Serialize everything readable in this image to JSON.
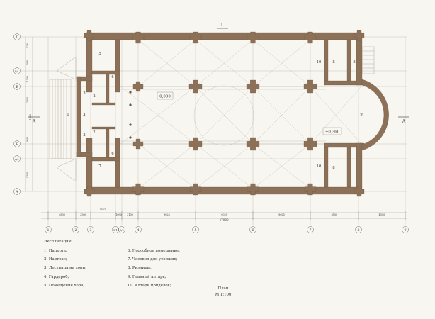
{
  "axes_horizontal": [
    "1",
    "2",
    "3",
    "3/1",
    "3/2",
    "4",
    "5",
    "6",
    "7",
    "8",
    "9"
  ],
  "axes_vertical": [
    "Г",
    "В/1",
    "В",
    "Б",
    "А/1",
    "А"
  ],
  "dims_bottom": [
    "4800",
    "2500",
    "4070",
    "1090",
    "3100",
    "9025",
    "9025",
    "9025",
    "8100",
    "4550"
  ],
  "dim_total": "47000",
  "dims_left": [
    "4200",
    "7000",
    "1500",
    "3600",
    "1300",
    "3600",
    "4300"
  ],
  "section_marks": [
    "1",
    "A",
    "A"
  ],
  "room_numbers": [
    "1",
    "2",
    "2",
    "3",
    "3",
    "4",
    "5",
    "6",
    "6",
    "7",
    "8",
    "8",
    "8",
    "9",
    "10",
    "10"
  ],
  "levels": [
    "0,000",
    "+0,360"
  ],
  "legend": {
    "title": "Экспликация:",
    "col1": [
      "1.    Паперть;",
      "2.    Нартекс;",
      "3.    Лестница на хоры;",
      "4.    Гардероб;",
      "5.    Помещение хора;"
    ],
    "col2": [
      "6. Подсобное помещение;",
      "7. Часовня для усопших;",
      "8. Ризницы;",
      "9. Главный алтарь;",
      "10. Алтари приделов;"
    ]
  },
  "caption": {
    "title": "План",
    "scale": "М 1:100"
  },
  "colors": {
    "wall": "#8c7158",
    "line": "#6e6a62",
    "thin": "#b9b4aa",
    "paper": "#f8f6f1"
  }
}
